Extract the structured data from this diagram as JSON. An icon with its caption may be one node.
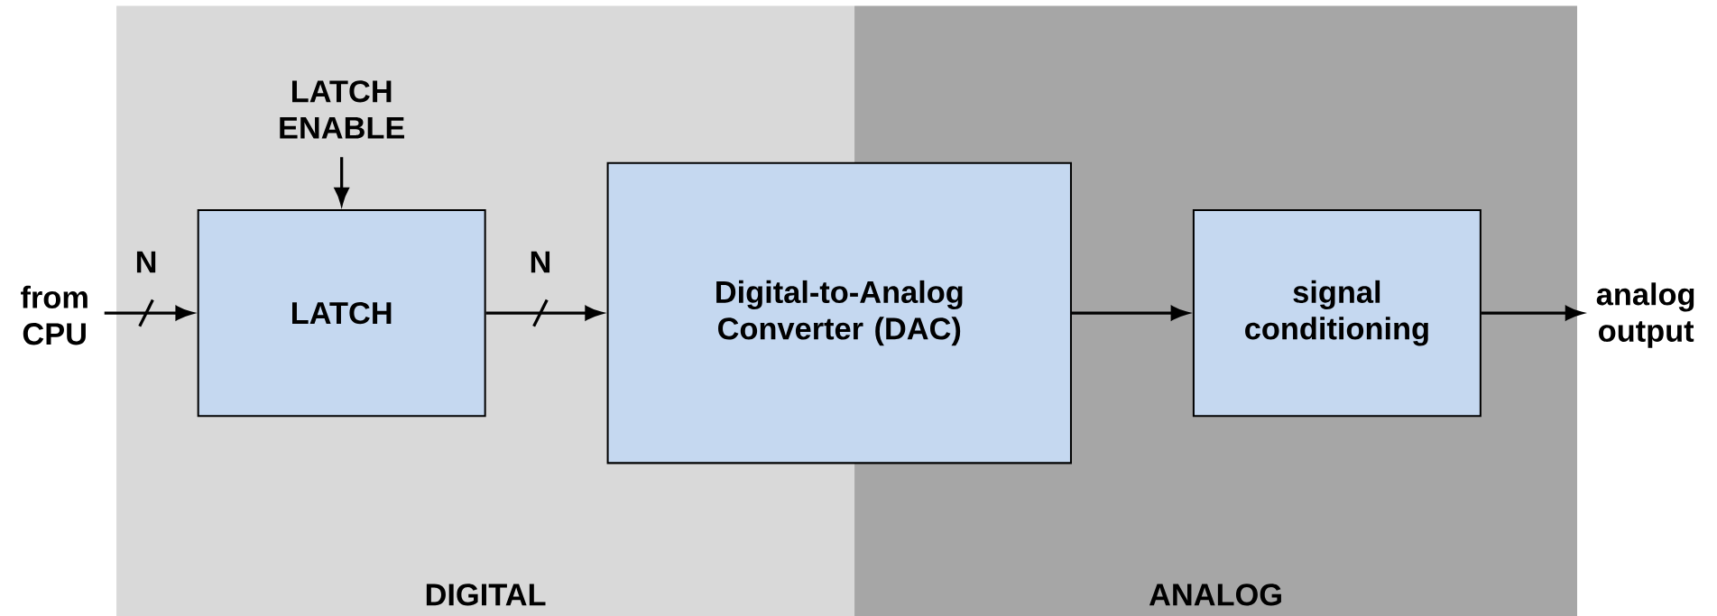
{
  "diagram": {
    "nodes": [
      {
        "text": [
          "DIGITAL"
        ]
      },
      {
        "text": [
          "ANALOG"
        ]
      },
      {
        "text": [
          "from CPU"
        ]
      },
      {
        "text": [
          "LATCH ENABLE"
        ],
        "in": 0
      },
      {
        "text": [
          "LATCH"
        ],
        "in": 0
      },
      {
        "text": [
          "Digital-to-Analog Converter (DAC)"
        ]
      },
      {
        "text": [
          "signal conditioning"
        ],
        "in": 1
      },
      {
        "text": [
          "analog output"
        ]
      }
    ],
    "edges": [
      {
        "from": 2,
        "to": 4,
        "arrow": "to",
        "label": "N"
      },
      {
        "from": 3,
        "to": 4,
        "arrow": "to"
      },
      {
        "from": 4,
        "to": 5,
        "arrow": "to",
        "label": "N"
      },
      {
        "from": 5,
        "to": 6,
        "arrow": "to"
      },
      {
        "from": 6,
        "to": 7,
        "arrow": "to"
      }
    ]
  }
}
